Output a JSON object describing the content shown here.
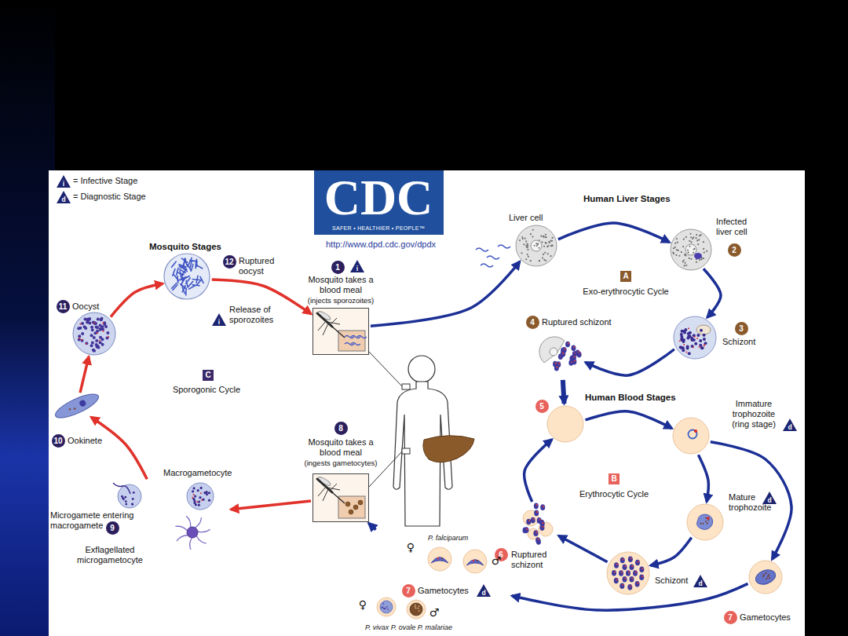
{
  "diagram": {
    "nodes": [
      {
        "text": [
          "1",
          "i",
          "Mosquito takes a blood meal",
          "(injects sporozoites)"
        ]
      },
      {
        "text": [
          "Liver cell"
        ]
      },
      {
        "text": [
          "Infected liver cell",
          "2"
        ]
      },
      {
        "text": [
          "3",
          "Schizont"
        ]
      },
      {
        "text": [
          "4",
          "Ruptured schizont"
        ]
      },
      {
        "text": [
          "5"
        ]
      },
      {
        "text": [
          "Immature trophozoite (ring stage)",
          "d"
        ]
      },
      {
        "text": [
          "Mature trophozoite",
          "d"
        ]
      },
      {
        "text": [
          "Schizont",
          "d"
        ]
      },
      {
        "text": [
          "6",
          "Ruptured schizont"
        ]
      },
      {
        "text": [
          "7",
          "Gametocytes"
        ]
      },
      {
        "text": [
          "P. falciparum",
          "♀",
          "♂",
          "7",
          "Gametocytes",
          "d",
          "♀",
          "♂",
          "P. vivax P. ovale P. malariae"
        ]
      },
      {
        "text": [
          "8",
          "Mosquito takes a blood meal",
          "(ingests gametocytes)"
        ]
      },
      {
        "text": [
          "Macrogametocyte",
          "Microgamete entering macrogamete",
          "9",
          "Exflagellated microgametocyte"
        ]
      },
      {
        "text": [
          "10",
          "Ookinete"
        ]
      },
      {
        "text": [
          "11",
          "Oocyst"
        ]
      },
      {
        "text": [
          "12",
          "Ruptured oocyst",
          "Release of sporozoites",
          "i"
        ]
      }
    ],
    "edges": [
      {
        "from": 0,
        "to": 1,
        "arrow": "to"
      },
      {
        "from": 1,
        "to": 2,
        "arrow": "to"
      },
      {
        "from": 2,
        "to": 3,
        "arrow": "to"
      },
      {
        "from": 3,
        "to": 4,
        "arrow": "to"
      },
      {
        "from": 4,
        "to": 5,
        "arrow": "to"
      },
      {
        "from": 5,
        "to": 6,
        "arrow": "to"
      },
      {
        "from": 6,
        "to": 7,
        "arrow": "to"
      },
      {
        "from": 7,
        "to": 8,
        "arrow": "to"
      },
      {
        "from": 8,
        "to": 9,
        "arrow": "to"
      },
      {
        "from": 9,
        "to": 5,
        "arrow": "to"
      },
      {
        "from": 6,
        "to": 10,
        "arrow": "to"
      },
      {
        "from": 10,
        "to": 11,
        "arrow": "to"
      },
      {
        "from": 11,
        "to": 12,
        "arrow": "to"
      },
      {
        "from": 12,
        "to": 13,
        "arrow": "to"
      },
      {
        "from": 13,
        "to": 14,
        "arrow": "to"
      },
      {
        "from": 14,
        "to": 15,
        "arrow": "to"
      },
      {
        "from": 15,
        "to": 16,
        "arrow": "to"
      },
      {
        "from": 16,
        "to": 0,
        "arrow": "to"
      }
    ],
    "labels": [
      "i",
      "d",
      "CDC",
      "SAFER • HEALTHIER • PEOPLE™",
      "http://www.dpd.cdc.gov/dpdx",
      "Mosquito Stages",
      "Human Liver Stages",
      "A",
      "Exo-erythrocytic Cycle",
      "C",
      "Sporogonic Cycle",
      "Human Blood Stages",
      "B",
      "Erythrocytic Cycle"
    ],
    "legend": [
      {
        "text": "= Infective Stage"
      },
      {
        "text": "= Diagnostic Stage"
      }
    ]
  }
}
